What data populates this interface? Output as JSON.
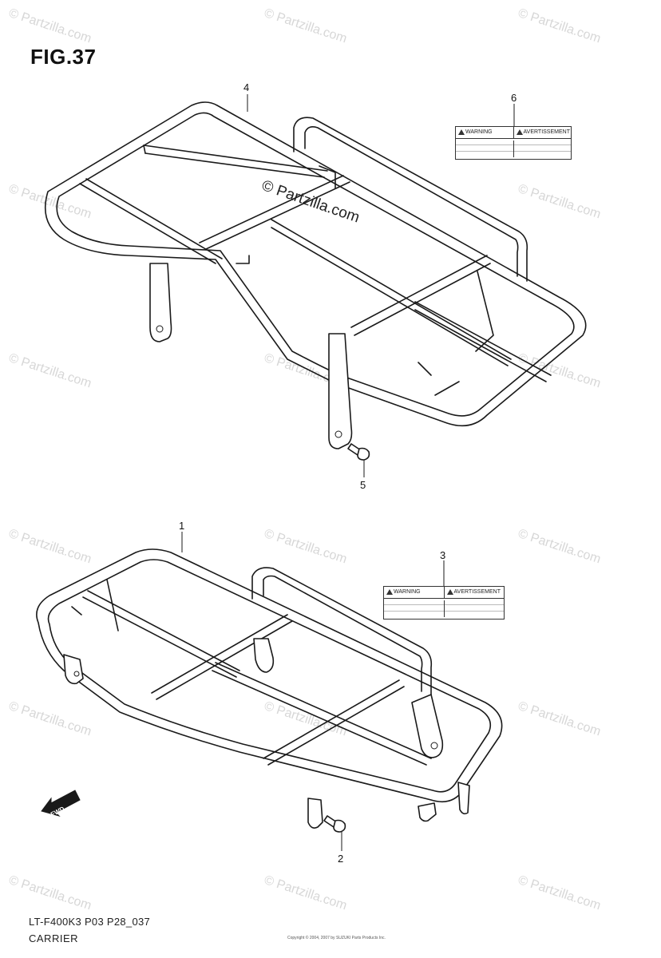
{
  "figure": {
    "title": "FIG.37",
    "model_code": "LT-F400K3 P03 P28_037",
    "caption": "CARRIER"
  },
  "watermark": {
    "text": "© Partzilla.com",
    "center_text": "© Partzilla.com"
  },
  "callouts": [
    {
      "id": "c4",
      "number": "4"
    },
    {
      "id": "c6",
      "number": "6"
    },
    {
      "id": "c5",
      "number": "5"
    },
    {
      "id": "c1",
      "number": "1"
    },
    {
      "id": "c3",
      "number": "3"
    },
    {
      "id": "c2",
      "number": "2"
    }
  ],
  "labels": {
    "upper": {
      "left": "WARNING",
      "right": "AVERTISSEMENT"
    },
    "lower": {
      "left": "WARNING",
      "right": "AVERTISSEMENT"
    }
  },
  "fwd_arrow": {
    "text": "FWD"
  },
  "footer_copyright": "Copyright © 2004, 2007 by SUZUKI Parts Products Inc."
}
